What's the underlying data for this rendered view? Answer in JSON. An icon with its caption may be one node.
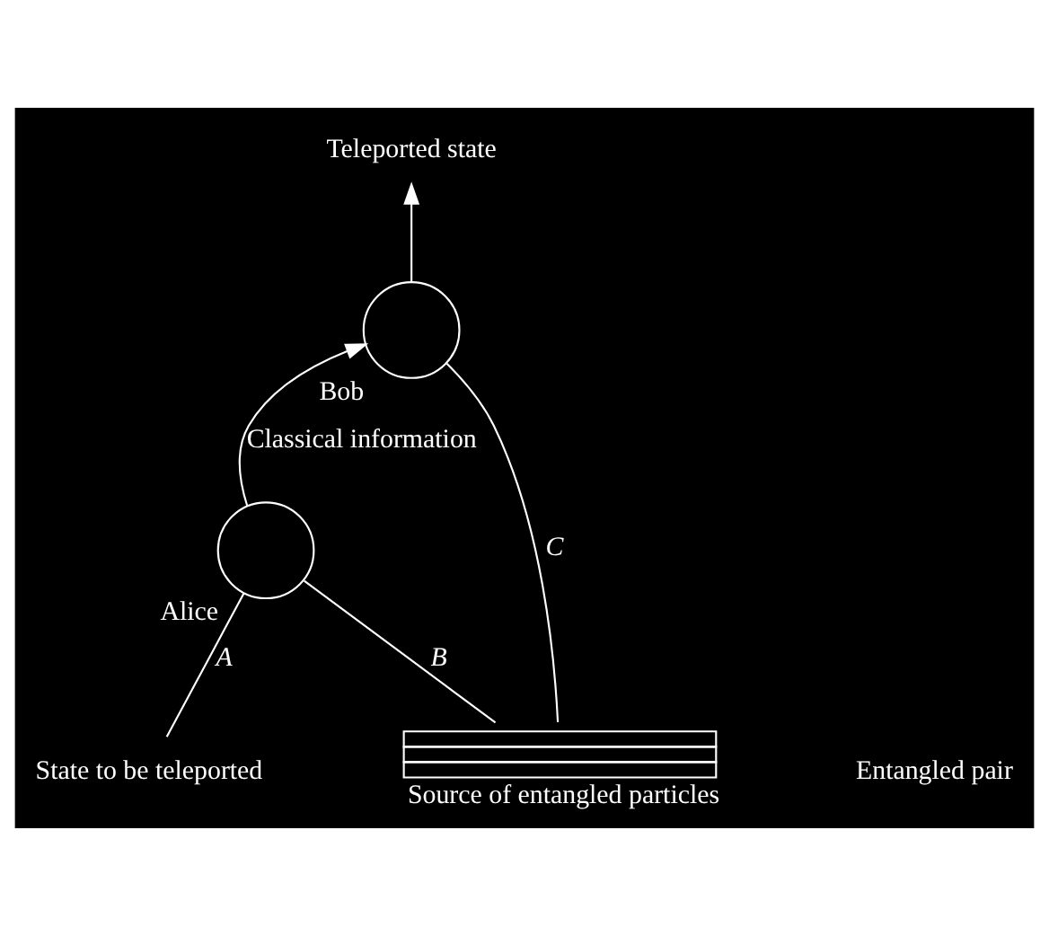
{
  "diagram": {
    "nodes": [
      {
        "text": [
          "Teleported state"
        ]
      },
      {
        "text": [
          "Bob"
        ]
      },
      {
        "text": [
          "Alice"
        ]
      },
      {
        "text": [
          "State to be teleported"
        ]
      },
      {
        "text": [
          "Source of entangled particles"
        ]
      }
    ],
    "edges": [
      {
        "from": 3,
        "to": 2,
        "arrow": "none",
        "label": "A"
      },
      {
        "from": 2,
        "to": 1,
        "arrow": "to",
        "label": "Classical information"
      },
      {
        "from": 1,
        "to": 0,
        "arrow": "to"
      },
      {
        "from": 4,
        "to": 2,
        "arrow": "none",
        "label": "B"
      },
      {
        "from": 4,
        "to": 1,
        "arrow": "none",
        "label": "C"
      }
    ],
    "labels": [
      "Entangled pair"
    ]
  }
}
